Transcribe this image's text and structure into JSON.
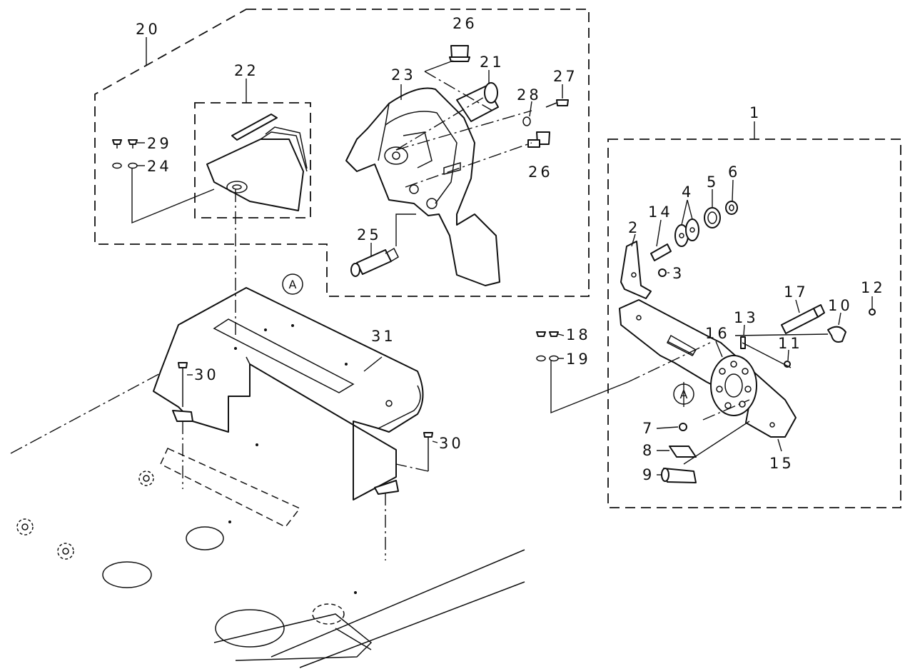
{
  "callouts": {
    "c1": "1",
    "c2": "2",
    "c3": "3",
    "c4": "4",
    "c5": "5",
    "c6": "6",
    "c7": "7",
    "c8": "8",
    "c9": "9",
    "c10": "10",
    "c11": "11",
    "c12": "12",
    "c13": "13",
    "c14": "14",
    "c15": "15",
    "c16": "16",
    "c17": "17",
    "c18": "18",
    "c19": "19",
    "c20": "20",
    "c21": "21",
    "c22": "22",
    "c23": "23",
    "c24": "24",
    "c25": "25",
    "c26a": "26",
    "c26b": "26",
    "c27": "27",
    "c28": "28",
    "c29": "29",
    "c30a": "30",
    "c30b": "30",
    "c31": "31"
  },
  "annotations": {
    "ref_a_top": "A",
    "ref_a_right": "A"
  }
}
